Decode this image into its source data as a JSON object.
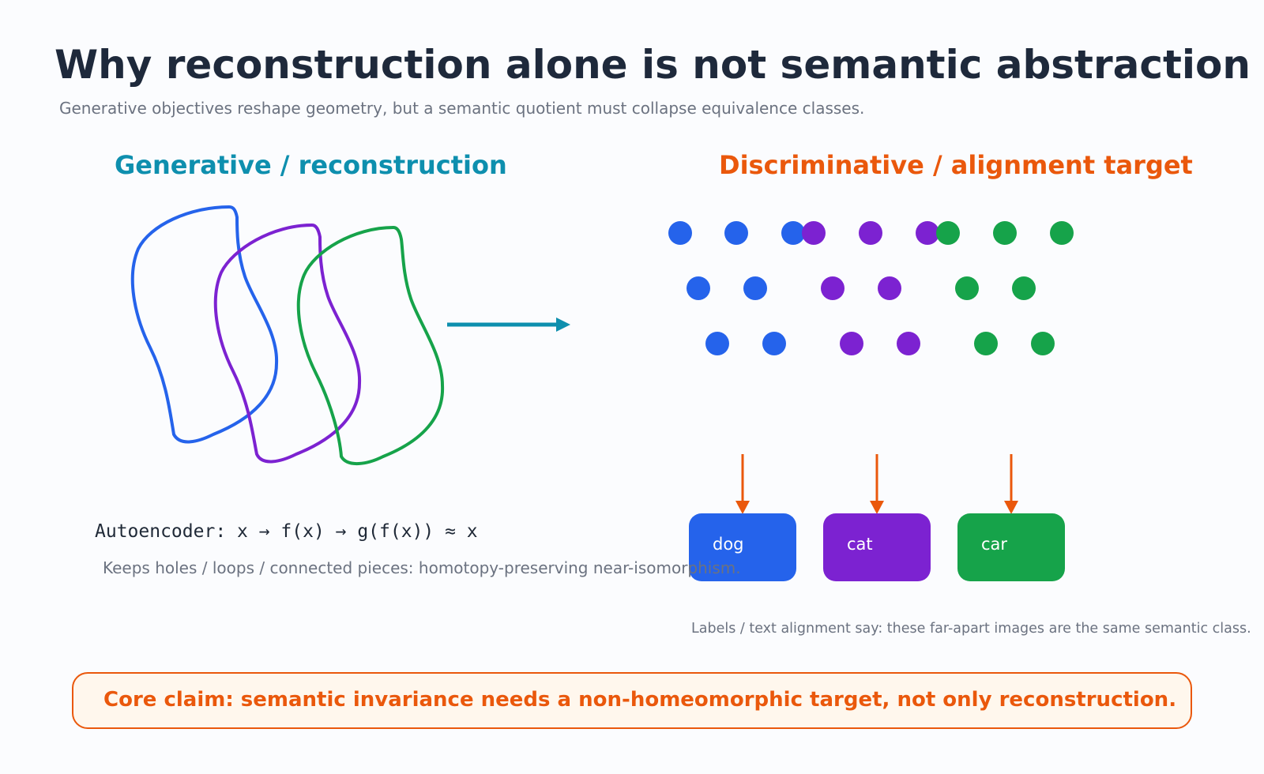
{
  "title": "Why reconstruction alone is not semantic abstraction",
  "subtitle": "Generative objectives reshape geometry, but a semantic quotient must collapse equivalence classes.",
  "left_panel": {
    "heading": "Generative / reconstruction",
    "formula": "Autoencoder: x → f(x) → g(f(x)) ≈ x",
    "note": "Keeps holes / loops / connected pieces: homotopy-preserving near-isomorphism."
  },
  "right_panel": {
    "heading": "Discriminative / alignment target",
    "labels": [
      "dog",
      "cat",
      "car"
    ],
    "note": "Labels / text alignment say: these far-apart images are the same semantic class."
  },
  "claim": "Core claim: semantic invariance needs a non-homeomorphic target, not only reconstruction.",
  "colors": {
    "blue": "#2563eb",
    "purple": "#7c22d1",
    "green": "#16a34a",
    "teal_arrow": "#0e8fae",
    "orange": "#ea580c"
  }
}
